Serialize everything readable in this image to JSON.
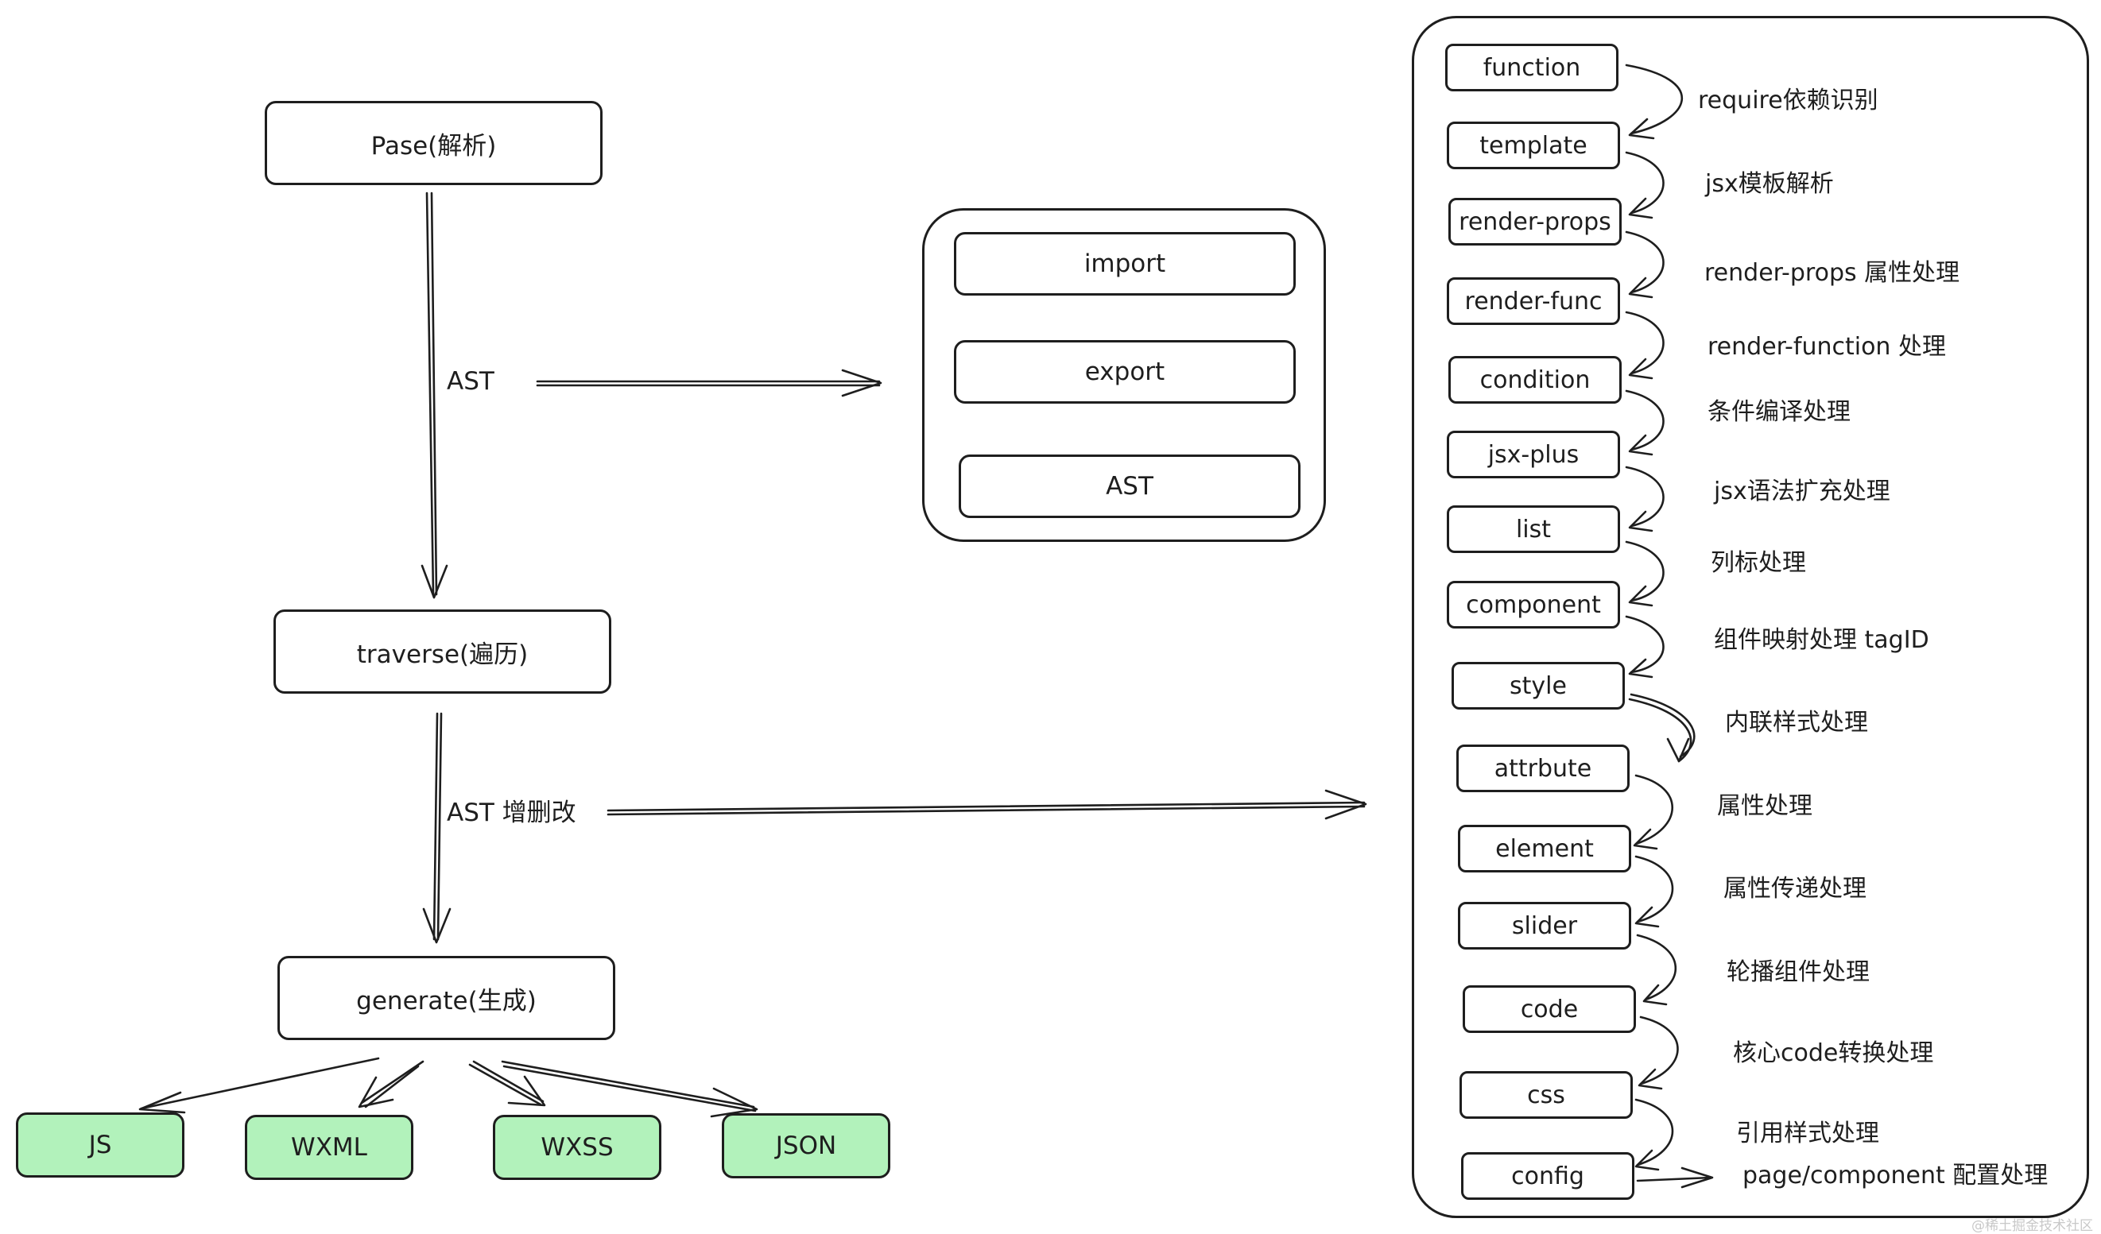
{
  "pipeline": {
    "parse": "Pase(解析)",
    "traverse": "traverse(遍历)",
    "generate": "generate(生成)",
    "edge_ast": "AST",
    "edge_modify": "AST 增删改"
  },
  "parse_output": [
    "import",
    "export",
    "AST"
  ],
  "outputs": [
    "JS",
    "WXML",
    "WXSS",
    "JSON"
  ],
  "steps": [
    {
      "name": "function",
      "desc": "require依赖识别"
    },
    {
      "name": "template",
      "desc": "jsx模板解析"
    },
    {
      "name": "render-props",
      "desc": "render-props 属性处理"
    },
    {
      "name": "render-func",
      "desc": "render-function 处理"
    },
    {
      "name": "condition",
      "desc": "条件编译处理"
    },
    {
      "name": "jsx-plus",
      "desc": "jsx语法扩充处理"
    },
    {
      "name": "list",
      "desc": "列标处理"
    },
    {
      "name": "component",
      "desc": "组件映射处理 tagID"
    },
    {
      "name": "style",
      "desc": "内联样式处理"
    },
    {
      "name": "attrbute",
      "desc": "属性处理"
    },
    {
      "name": "element",
      "desc": "属性传递处理"
    },
    {
      "name": "slider",
      "desc": "轮播组件处理"
    },
    {
      "name": "code",
      "desc": "核心code转换处理"
    },
    {
      "name": "css",
      "desc": "引用样式处理"
    },
    {
      "name": "config",
      "desc": ""
    }
  ],
  "config_output": "page/component 配置处理",
  "watermark": "@稀土掘金技术社区"
}
